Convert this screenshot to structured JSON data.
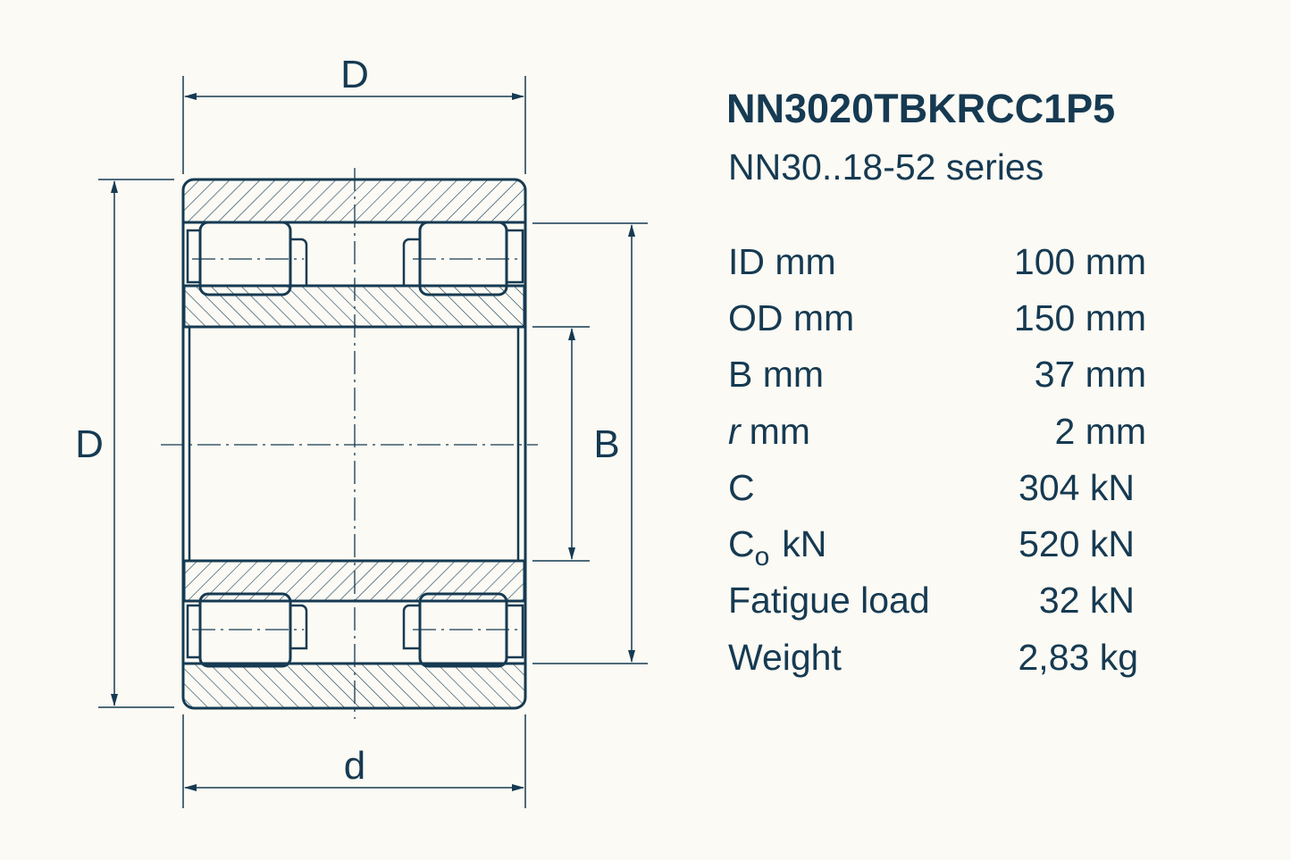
{
  "title": "NN3020TBKRCC1P5",
  "subtitle": "NN30..18-52 series",
  "dimension_labels": {
    "top": "D",
    "left": "D",
    "right": "B",
    "bottom": "d"
  },
  "specs": [
    {
      "label": "ID mm",
      "value": "100 mm"
    },
    {
      "label": "OD mm",
      "value": "150 mm"
    },
    {
      "label": "B mm",
      "value": "37 mm"
    },
    {
      "label_italic": "r",
      "label": "mm",
      "value": "2 mm"
    },
    {
      "label": "C",
      "value": "304 kN"
    },
    {
      "label": "C",
      "label_sub": "o",
      "label_unit": "kN",
      "value": "520 kN"
    },
    {
      "label": "Fatigue load",
      "value": "32 kN"
    },
    {
      "label": "Weight",
      "value": "2,83 kg"
    }
  ],
  "colors": {
    "ink": "#163a52",
    "background": "#fbfaf4"
  }
}
